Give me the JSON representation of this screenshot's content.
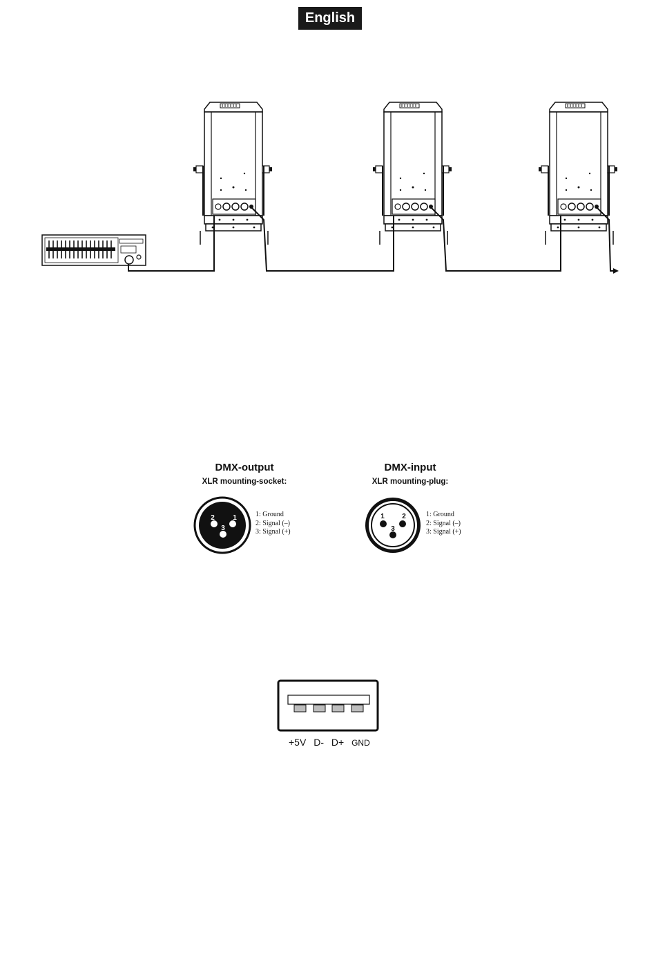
{
  "header": {
    "language_badge": "English"
  },
  "dmx_connectors": [
    {
      "title": "DMX-output",
      "subtitle": "XLR mounting-socket:",
      "pins": [
        "1: Ground",
        "2: Signal (–)",
        "3: Signal (+)"
      ],
      "pin_numbers": {
        "left": "2",
        "right": "1",
        "bottom": "3"
      }
    },
    {
      "title": "DMX-input",
      "subtitle": "XLR mounting-plug:",
      "pins": [
        "1: Ground",
        "2: Signal (–)",
        "3: Signal (+)"
      ],
      "pin_numbers": {
        "left": "1",
        "right": "2",
        "bottom": "3"
      }
    }
  ],
  "usb_connector": {
    "pins": [
      "+5V",
      "D-",
      "D+",
      "GND"
    ]
  }
}
